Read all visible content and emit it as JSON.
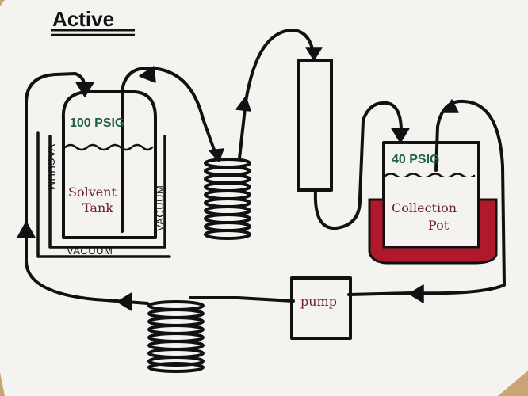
{
  "title": "Active",
  "solvent_tank": {
    "pressure": "100 PSIG",
    "label_line1": "Solvent",
    "label_line2": "Tank",
    "vacuum_left": "VACUUM",
    "vacuum_right": "VACUUM",
    "vacuum_bottom": "VACUUM"
  },
  "collection_pot": {
    "pressure": "40 PSIG",
    "label_line1": "Collection",
    "label_line2": "Pot"
  },
  "pump": {
    "label": "pump"
  },
  "colors": {
    "ink": "#111111",
    "psig_green": "#1f5f4a",
    "label_maroon": "#6b1a3a",
    "heater_red": "#b0182c",
    "paper": "#f4f3f0",
    "table": "#c9a576"
  }
}
